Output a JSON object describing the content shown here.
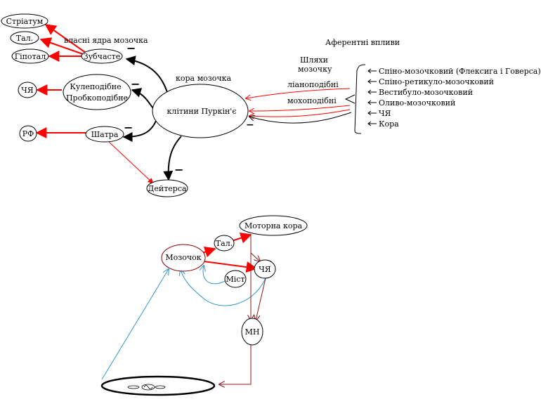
{
  "colors": {
    "black": "#000000",
    "red": "#ff0000",
    "dark_red": "#8b1a1a",
    "blue": "#3399cc"
  },
  "top_diagram": {
    "nodes": {
      "striatum": "Стріатум",
      "tal": "Тал.",
      "hipotal": "Гіпотал",
      "zubchaste": "Зубчасте",
      "chya_left": "ЧЯ",
      "kulepodibne": "Кулеподібне",
      "probkopodibne": "Пробкоподібне",
      "rf": "РФ",
      "shatra": "Шатра",
      "deitersa": "Дейтерса",
      "purkinje": "клітини Пуркін'є"
    },
    "labels": {
      "vlasni_yadra": "власні ядра мозочка",
      "kora_mozochka": "кора мозочка",
      "aferentni": "Аферентні впливи",
      "shlyakhy": "Шляхи",
      "mozochku": "мозочку",
      "lianopodibni": "ліаноподібні",
      "mokhopodibni": "мохоподібні",
      "minus": "−"
    },
    "afferent_list": [
      "Спіно-мозочковий (Флексига і Говерса)",
      "Спіно-ретикуло-мозочковий",
      "Вестибуло-мозочковий",
      "Оливо-мозочковий",
      "ЧЯ",
      "Кора"
    ]
  },
  "bottom_diagram": {
    "nodes": {
      "mozochok": "Мозочок",
      "tal": "Тал.",
      "motorna_kora": "Моторна кора",
      "chya": "ЧЯ",
      "mist": "Міст",
      "mn": "МН"
    }
  }
}
